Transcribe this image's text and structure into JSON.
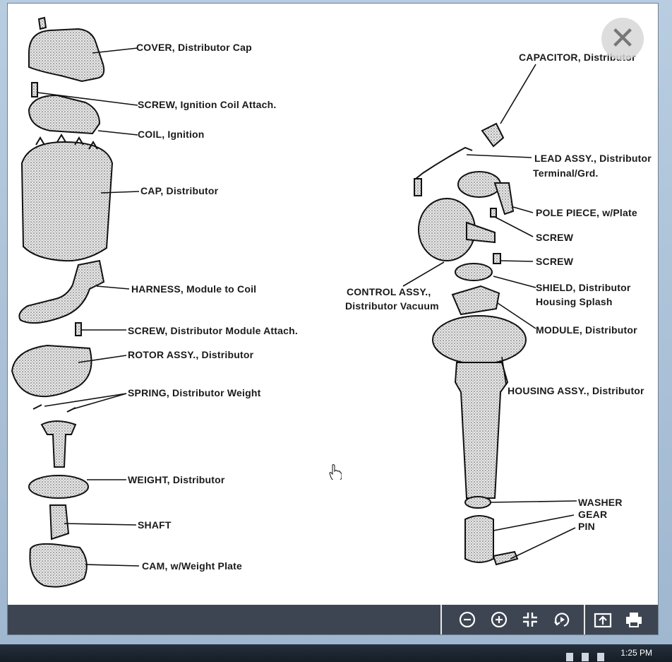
{
  "viewer": {
    "close_icon": "close-icon",
    "toolbar": {
      "zoom_out_icon": "zoom-out-icon",
      "zoom_in_icon": "zoom-in-icon",
      "fit_icon": "fit-to-window-icon",
      "rotate_icon": "rotate-icon",
      "open_external_icon": "open-external-icon",
      "print_icon": "print-icon"
    }
  },
  "diagram": {
    "left_labels": [
      "COVER, Distributor Cap",
      "SCREW, Ignition Coil Attach.",
      "COIL, Ignition",
      "CAP, Distributor",
      "HARNESS, Module to Coil",
      "SCREW, Distributor Module Attach.",
      "ROTOR ASSY., Distributor",
      "SPRING, Distributor Weight",
      "WEIGHT, Distributor",
      "SHAFT",
      "CAM, w/Weight Plate"
    ],
    "right_labels": {
      "capacitor": "CAPACITOR, Distributor",
      "lead_1": "LEAD ASSY., Distributor",
      "lead_2": "Terminal/Grd.",
      "pole_piece": "POLE PIECE, w/Plate",
      "screw_1": "SCREW",
      "screw_2": "SCREW",
      "shield_1": "SHIELD, Distributor",
      "shield_2": "Housing Splash",
      "control_1": "CONTROL ASSY.,",
      "control_2": "Distributor Vacuum",
      "module": "MODULE, Distributor",
      "housing": "HOUSING ASSY., Distributor",
      "washer": "WASHER",
      "gear": "GEAR",
      "pin": "PIN"
    }
  },
  "taskbar": {
    "clock": "1:25 PM"
  },
  "colors": {
    "toolbar_bg": "#3e4552",
    "taskbar_bg": "#1b232d",
    "frame_bg": "#a9c0d6"
  }
}
